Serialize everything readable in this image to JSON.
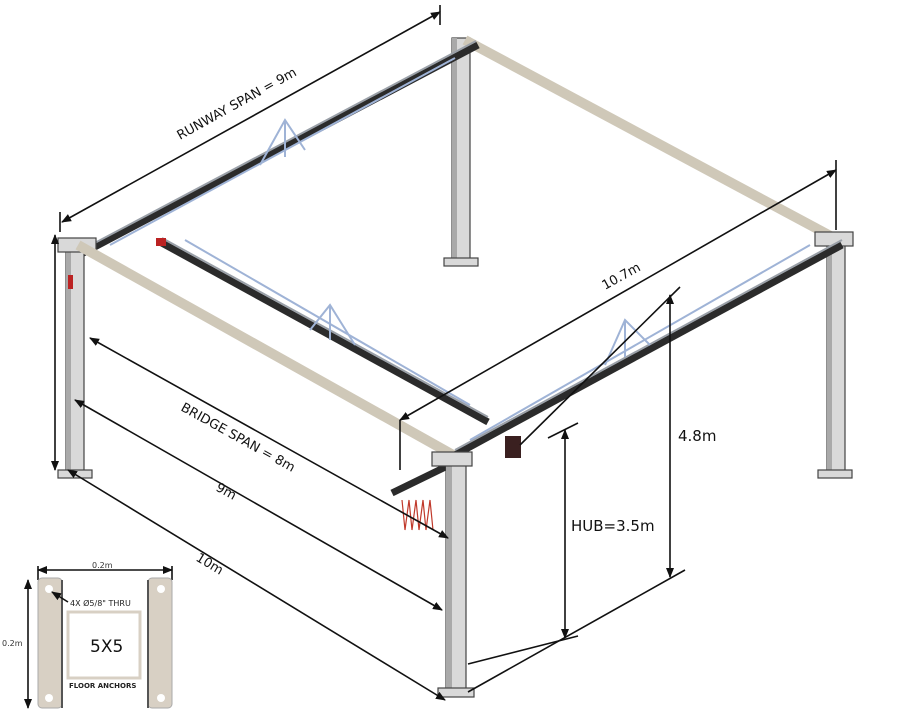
{
  "labels": {
    "runway_span": "RUNWAY SPAN = 9m",
    "overall_runway": "10.7m",
    "bridge_span": "BRIDGE SPAN = 8m",
    "width_inner": "9m",
    "width_outer": "10m",
    "total_height": "4.8m",
    "hub_height": "HUB=3.5m"
  },
  "inset": {
    "width_label": "0.2m",
    "height_label": "0.2m",
    "hole_note": "4X Ø5/8\" THRU",
    "size": "5X5",
    "caption": "FLOOR ANCHORS"
  },
  "colors": {
    "beam": "#cfc8b8",
    "rail": "#2b2b2b",
    "truss": "#9fb3d6",
    "festoon": "#c0392b"
  }
}
